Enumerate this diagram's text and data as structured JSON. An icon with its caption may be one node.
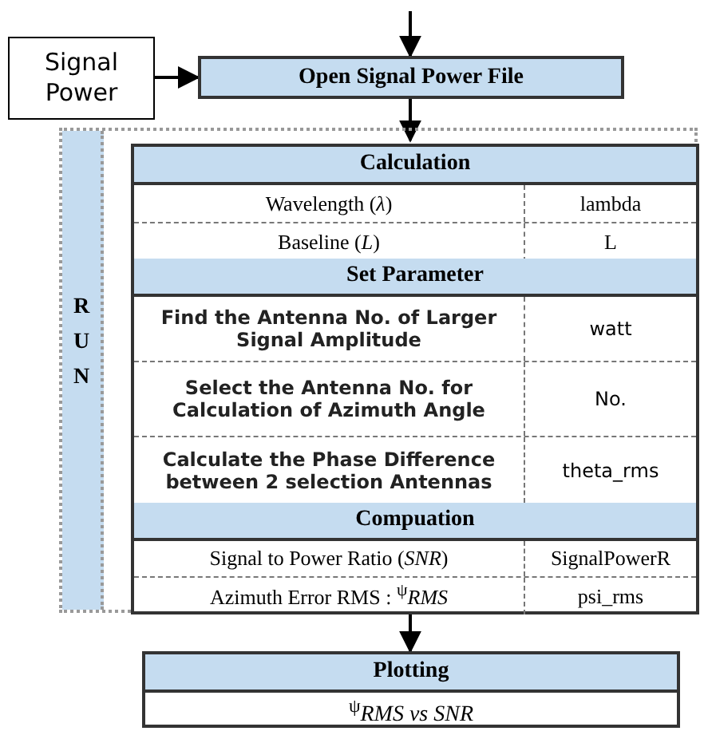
{
  "diagram": {
    "nodes": [
      {
        "text": [
          "Signal Power"
        ]
      },
      {
        "text": [
          "Open Signal Power File"
        ]
      },
      {
        "text": [
          "RUN"
        ]
      },
      {
        "text": [
          "Calculation",
          "Wavelength (*λ*)",
          "lambda",
          "Baseline (*L*)",
          "L"
        ],
        "in": 2
      },
      {
        "text": [
          "Set Parameter",
          "Find  the Antenna No. of Larger Signal Amplitude",
          "watt",
          "Select  the Antenna No. for Calculation of Azimuth Angle",
          "No.",
          "Calculate the Phase Difference between 2 selection Antennas",
          "theta_rms"
        ],
        "in": 2
      },
      {
        "text": [
          "Compuation",
          "Signal to Power Ratio (*SNR*)",
          "SignalPowerR",
          "Azimuth Error RMS : $^{ψ}$*RMS*",
          "psi_rms"
        ],
        "in": 2
      },
      {
        "text": [
          "Plotting",
          "$^{ψ}$*RMS* *vs*  *SNR*"
        ]
      }
    ],
    "edges": [
      {
        "from": null,
        "to": 1,
        "arrow": "to"
      },
      {
        "from": 0,
        "to": 1,
        "arrow": "to"
      },
      {
        "from": 1,
        "to": 3,
        "arrow": "to"
      },
      {
        "from": 5,
        "to": 6,
        "arrow": "to"
      }
    ]
  }
}
